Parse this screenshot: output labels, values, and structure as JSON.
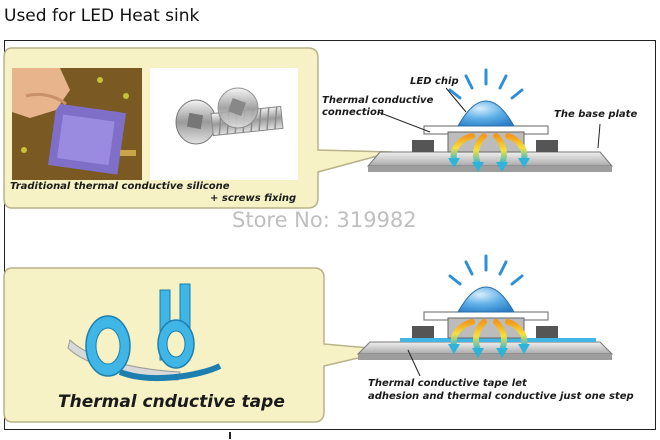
{
  "heading": "Used for LED Heat sink",
  "top_panel": {
    "caption_line1": "Traditional thermal conductive silicone",
    "caption_line2": "+ screws fixing",
    "label_led_chip": "LED chip",
    "label_connection_line1": "Thermal conductive",
    "label_connection_line2": "connection",
    "label_base_plate": "The base plate"
  },
  "bottom_panel": {
    "tape_title": "Thermal cnductive tape",
    "desc_line1": "Thermal conductive tape let",
    "desc_line2": "adhesion and thermal conductive just one step"
  },
  "watermark": "Store No: 319982",
  "colors": {
    "callout_fill": "#f6f2c6",
    "callout_stroke": "#b9b28a",
    "led_dome": "#4aa3df",
    "ray": "#2f8fd6",
    "plate": "#d9d9d9",
    "arrow_warm": "#f28c1e",
    "arrow_cool": "#2fb3d9",
    "tape": "#3fb6e6"
  }
}
